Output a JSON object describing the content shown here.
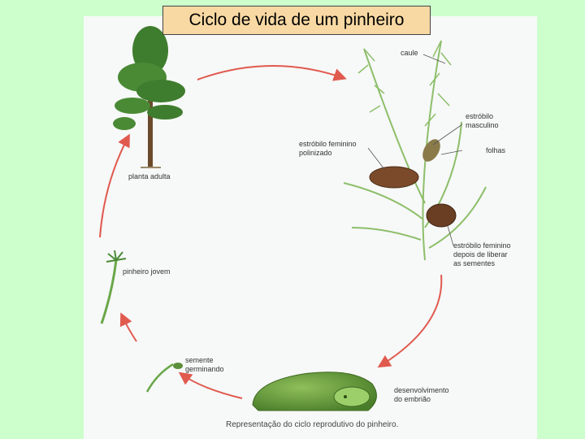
{
  "slide": {
    "title": "Ciclo de vida de um pinheiro"
  },
  "labels": {
    "caule": "caule",
    "estrobilo_masculino": "estróbilo\nmasculino",
    "estrobilo_feminino_polinizado": "estróbilo feminino\npolinizado",
    "folhas": "folhas",
    "planta_adulta": "planta adulta",
    "pinheiro_jovem": "pinheiro jovem",
    "estrobilo_feminino_liberar": "estróbilo feminino\ndepois de liberar\nas sementes",
    "semente_germinando": "semente\ngerminando",
    "desenvolvimento_embriao": "desenvolvimento\ndo embrião"
  },
  "caption": "Representação do ciclo reprodutivo do pinheiro.",
  "colors": {
    "background": "#ccffcc",
    "title_box": "#f9d9a3",
    "cycle_arrow": "#e05a4e",
    "tree_green": "#3f7d2e",
    "branch_green": "#9cc97a",
    "cone_brown": "#7a4a2a",
    "seed_green": "#5c8f3a"
  }
}
